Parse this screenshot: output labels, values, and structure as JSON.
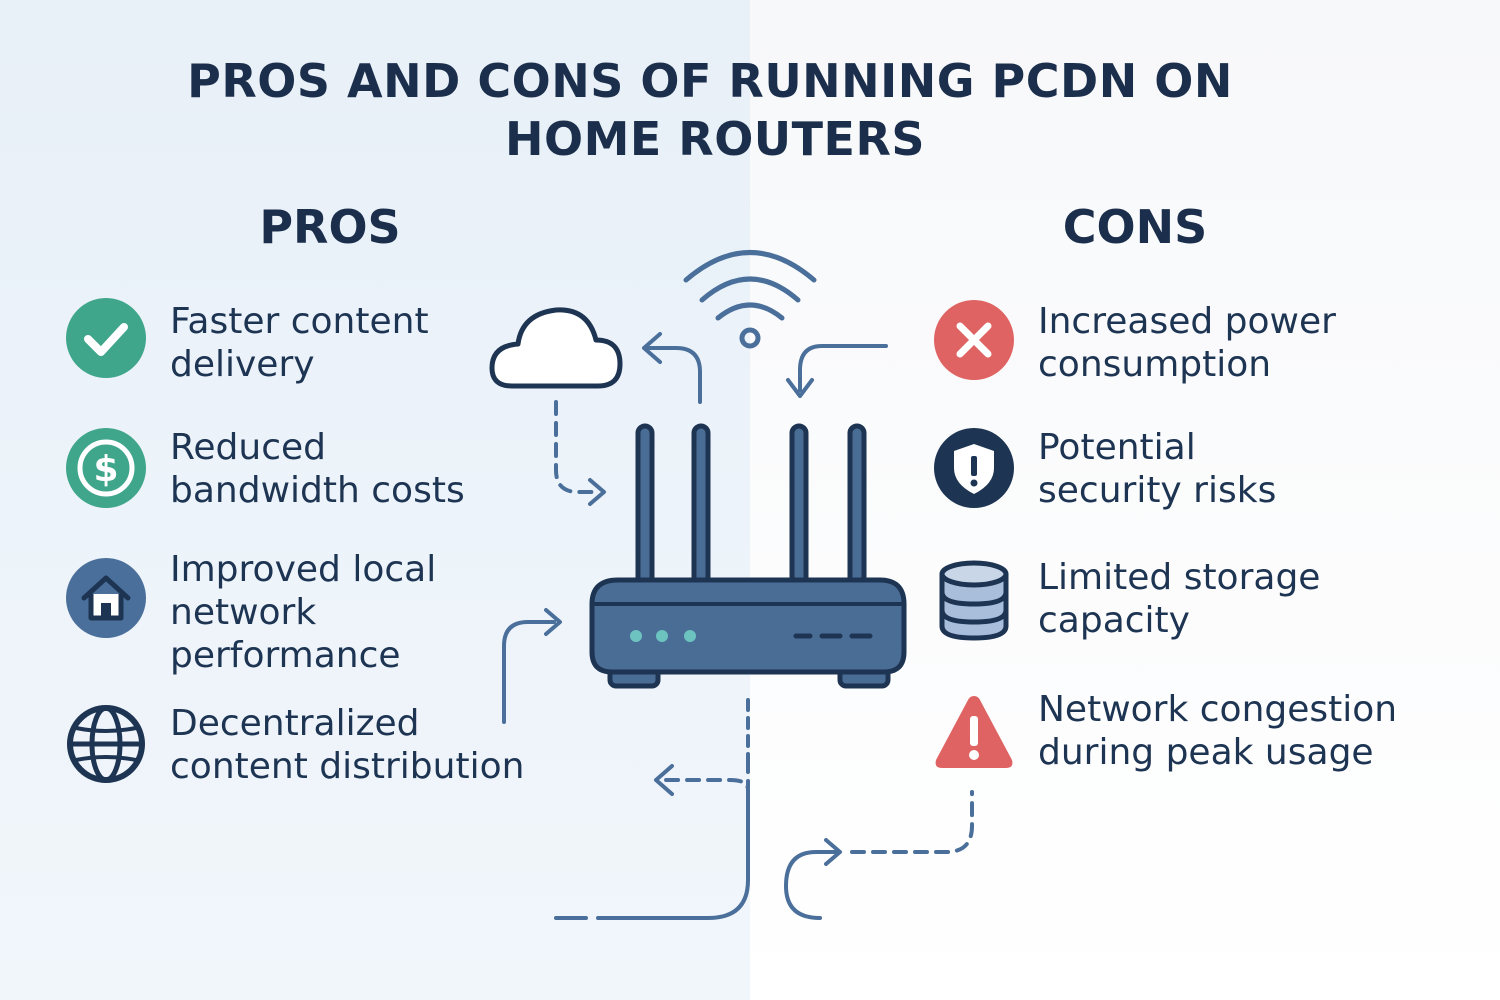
{
  "title": {
    "line1": "PROS AND CONS OF RUNNING PCDN ON",
    "line2": "HOME ROUTERS"
  },
  "pros": {
    "heading": "PROS",
    "items": [
      {
        "line1": "Faster content",
        "line2": "delivery",
        "line3": "",
        "icon": "checkmark-circle-icon",
        "color": "#3fa68b"
      },
      {
        "line1": "Reduced",
        "line2": "bandwidth costs",
        "line3": "",
        "icon": "dollar-circle-icon",
        "color": "#3fa68b"
      },
      {
        "line1": "Improved local",
        "line2": "network",
        "line3": "performance",
        "icon": "house-icon",
        "color": "#4a6f9a"
      },
      {
        "line1": "Decentralized",
        "line2": "content distribution",
        "line3": "",
        "icon": "globe-icon",
        "color": "#1d3452"
      }
    ]
  },
  "cons": {
    "heading": "CONS",
    "items": [
      {
        "line1": "Increased power",
        "line2": "consumption",
        "icon": "x-circle-icon",
        "color": "#e06363"
      },
      {
        "line1": "Potential",
        "line2": "security risks",
        "icon": "shield-alert-icon",
        "color": "#1d3452"
      },
      {
        "line1": "Limited storage",
        "line2": "capacity",
        "icon": "database-icon",
        "color": "#a9bedb"
      },
      {
        "line1": "Network congestion",
        "line2": "during peak usage",
        "icon": "warning-triangle-icon",
        "color": "#e06363"
      }
    ]
  },
  "colors": {
    "navy": "#1d3452",
    "router_blue": "#4a6d96",
    "led_teal": "#6cc3c0",
    "line_blue": "#4a6f9a"
  }
}
